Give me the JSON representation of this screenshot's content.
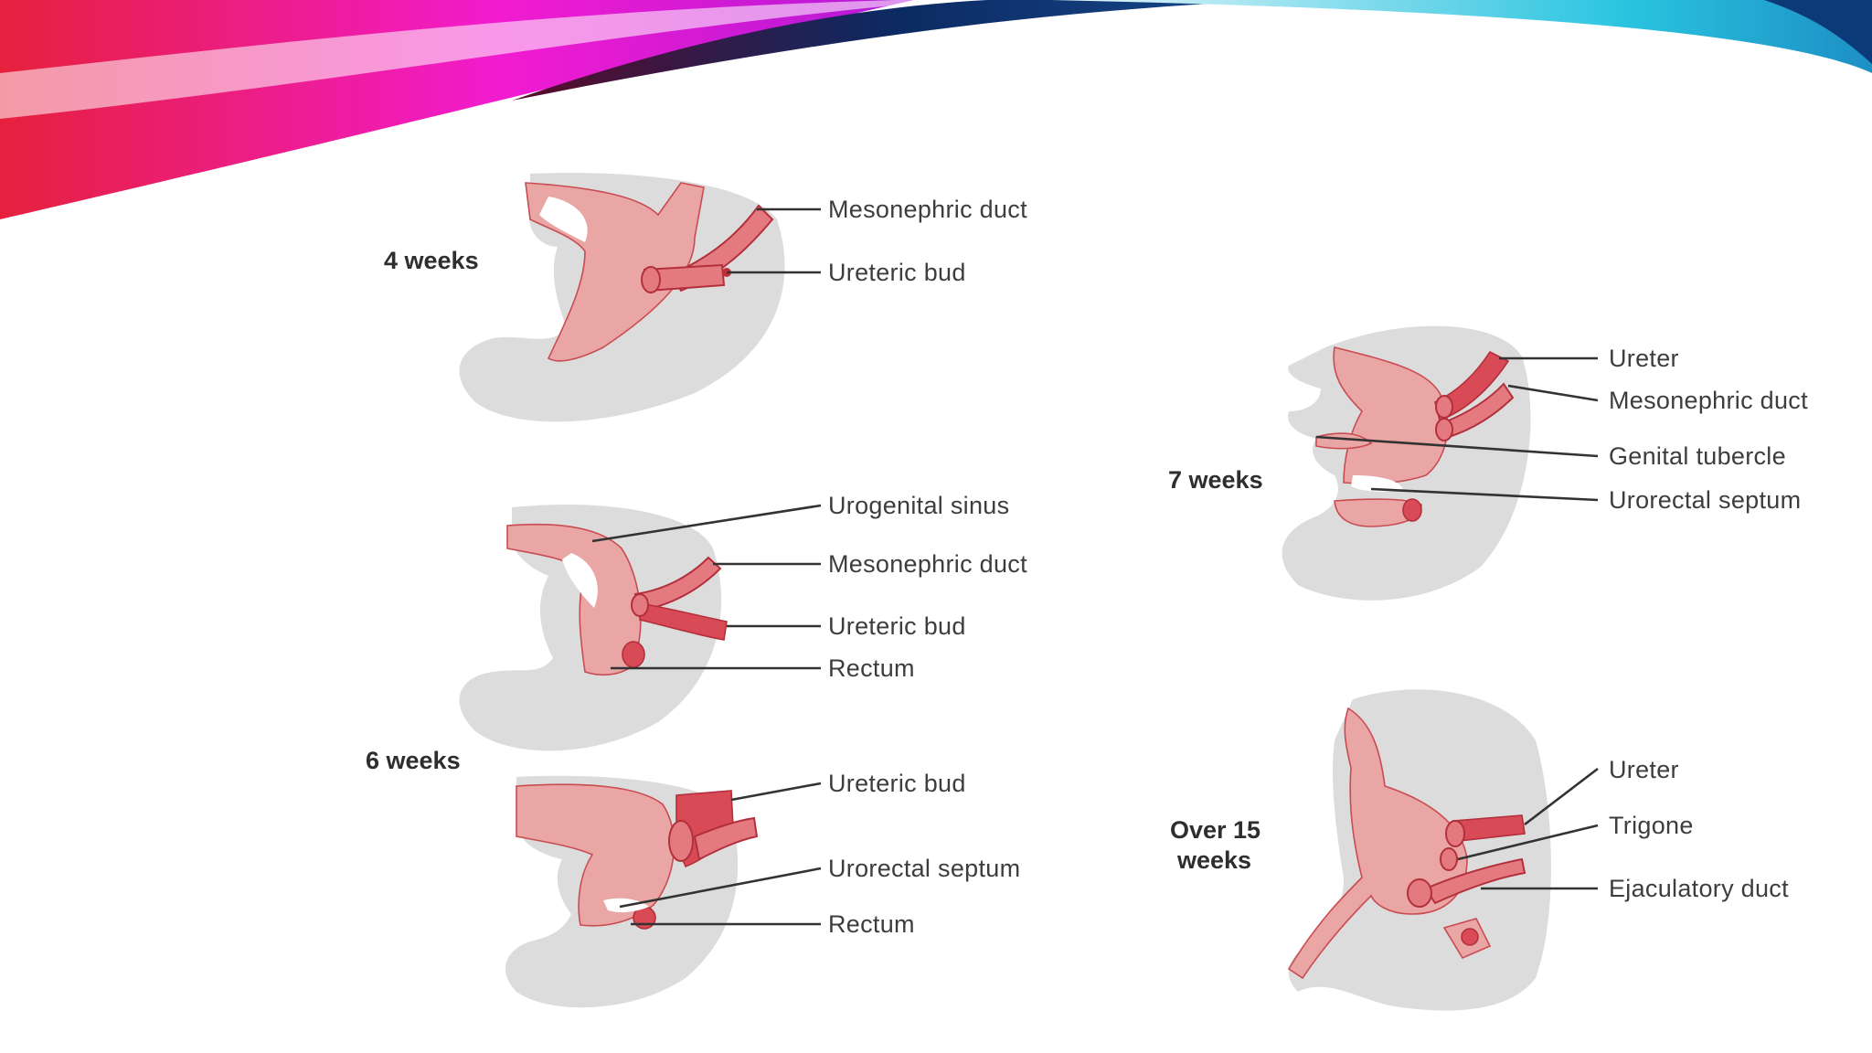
{
  "colors": {
    "band_magenta": "#f21bd0",
    "band_red": "#e6203c",
    "band_navy": "#0c2a63",
    "band_cyan": "#29c4e0",
    "tissue_fill": "#e9a6a4",
    "duct_fill": "#d84a55",
    "embryo_fill": "#dcdcdc",
    "leader_line": "#333333",
    "label_text": "#3d3d3d"
  },
  "stages": {
    "week4": "4 weeks",
    "week6": "6 weeks",
    "week7": "7 weeks",
    "week15_line1": "Over 15",
    "week15_line2": "weeks"
  },
  "labels": {
    "p1_mesonephric_duct": "Mesonephric duct",
    "p1_ureteric_bud": "Ureteric bud",
    "p2_urogenital_sinus": "Urogenital sinus",
    "p2_mesonephric_duct": "Mesonephric duct",
    "p2_ureteric_bud": "Ureteric bud",
    "p2_rectum": "Rectum",
    "p3_ureteric_bud": "Ureteric bud",
    "p3_urorectal_septum": "Urorectal septum",
    "p3_rectum": "Rectum",
    "p4_ureter": "Ureter",
    "p4_mesonephric_duct": "Mesonephric duct",
    "p4_genital_tubercle": "Genital tubercle",
    "p4_urorectal_septum": "Urorectal septum",
    "p5_ureter": "Ureter",
    "p5_trigone": "Trigone",
    "p5_ejaculatory_duct": "Ejaculatory duct"
  }
}
